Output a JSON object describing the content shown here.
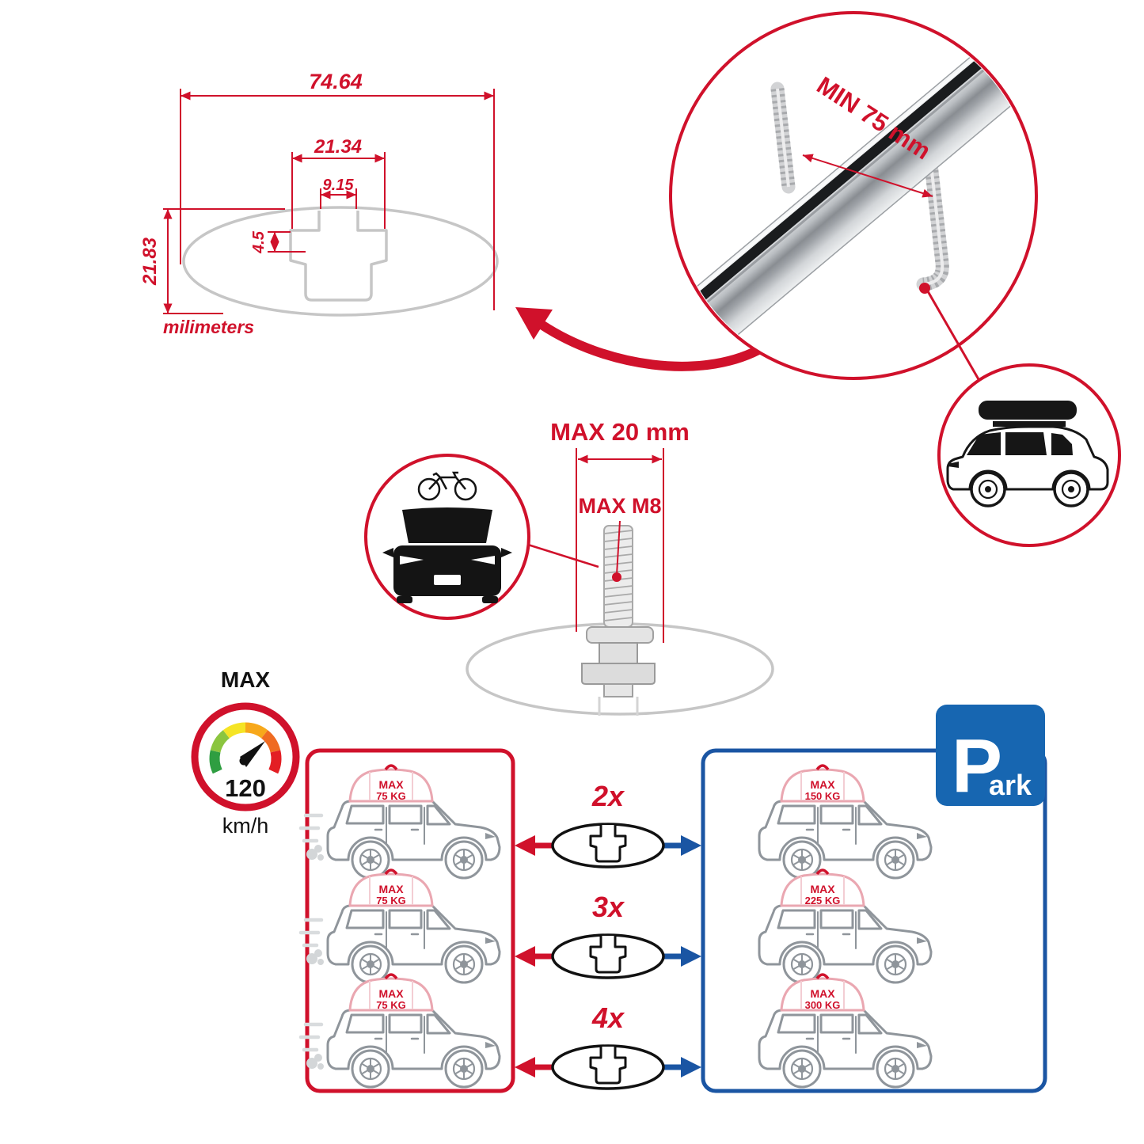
{
  "colors": {
    "accent_red": "#d0112b",
    "accent_blue": "#1a55a3",
    "park_blue": "#1766b1",
    "draw_gray": "#c6c6c6",
    "car_gray": "#8f959b"
  },
  "cross_section": {
    "total_width": "74.64",
    "channel_width": "21.34",
    "slot_width": "9.15",
    "lip_height": "4.5",
    "total_height": "21.83",
    "units": "milimeters"
  },
  "clamp_note": {
    "label": "MIN 75 mm"
  },
  "bolt_note": {
    "length_label": "MAX 20 mm",
    "thread_label": "MAX M8"
  },
  "speed_limit": {
    "heading": "MAX",
    "value": "120",
    "unit": "km/h"
  },
  "park_sign": {
    "letter": "P",
    "rest": "ark"
  },
  "driving_cars": [
    {
      "max": "MAX",
      "load": "75 KG"
    },
    {
      "max": "MAX",
      "load": "75 KG"
    },
    {
      "max": "MAX",
      "load": "75 KG"
    }
  ],
  "parked_cars": [
    {
      "max": "MAX",
      "load": "150 KG"
    },
    {
      "max": "MAX",
      "load": "225 KG"
    },
    {
      "max": "MAX",
      "load": "300 KG"
    }
  ],
  "bar_counts": [
    {
      "label": "2x"
    },
    {
      "label": "3x"
    },
    {
      "label": "4x"
    }
  ]
}
